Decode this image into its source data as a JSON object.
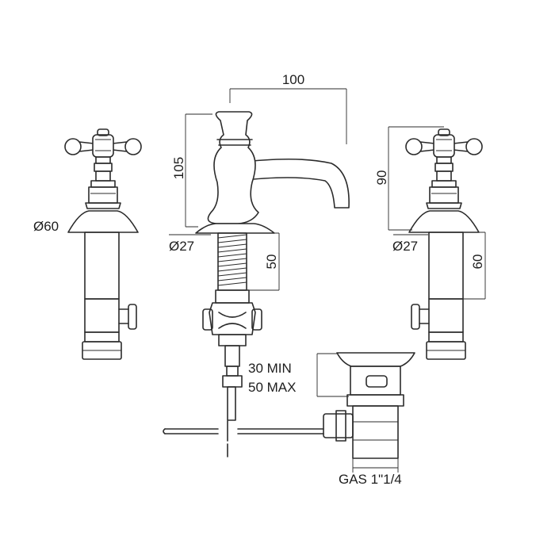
{
  "dimensions": {
    "spout_reach": "100",
    "spout_height": "105",
    "handle_height": "90",
    "escutcheon_diameter": "Ø60",
    "shank_diameter_center": "Ø27",
    "shank_diameter_right": "Ø27",
    "center_shank_length": "50",
    "right_shank_length": "60",
    "counter_thickness_min": "30 MIN",
    "counter_thickness_max": "50 MAX",
    "waste_thread": "GAS 1\"1/4"
  }
}
